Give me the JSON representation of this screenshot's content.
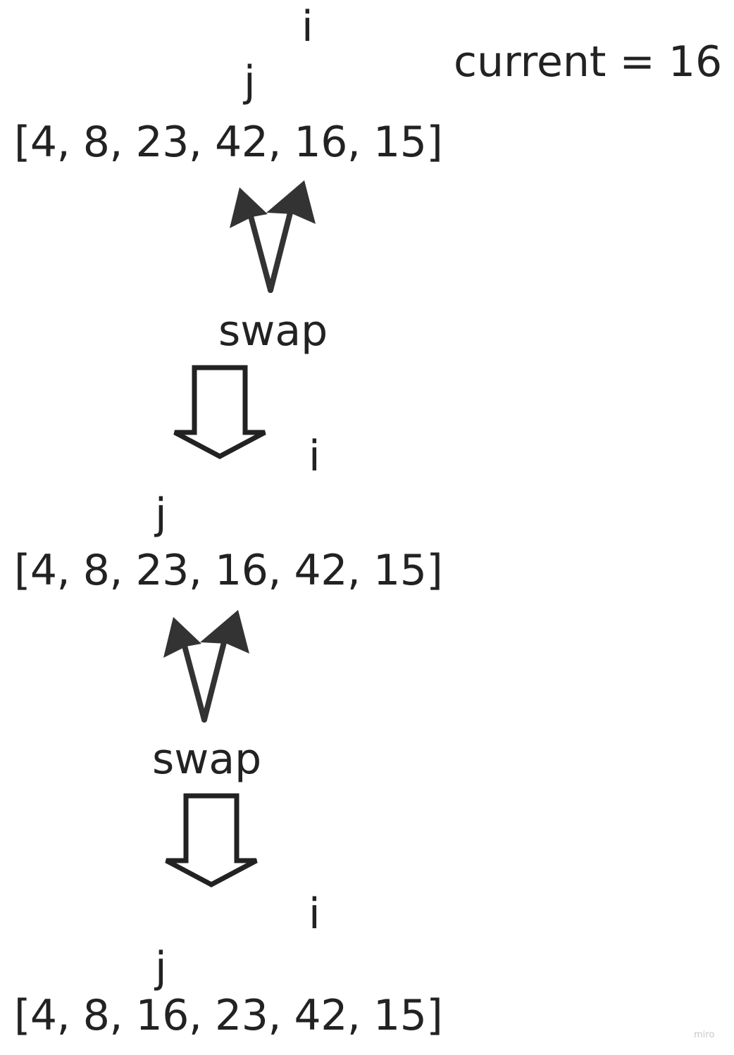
{
  "current_label": "current = 16",
  "steps": [
    {
      "i": "i",
      "j": "j",
      "array": "[4, 8, 23, 42, 16, 15]"
    },
    {
      "i": "i",
      "j": "j",
      "array": "[4, 8, 23, 16, 42, 15]"
    },
    {
      "i": "i",
      "j": "j",
      "array": "[4, 8, 16, 23, 42, 15]"
    }
  ],
  "swap_labels": [
    "swap",
    "swap"
  ],
  "watermark": "miro",
  "colors": {
    "text": "#222222",
    "arrow": "#333333",
    "watermark": "#c8c8c8"
  }
}
